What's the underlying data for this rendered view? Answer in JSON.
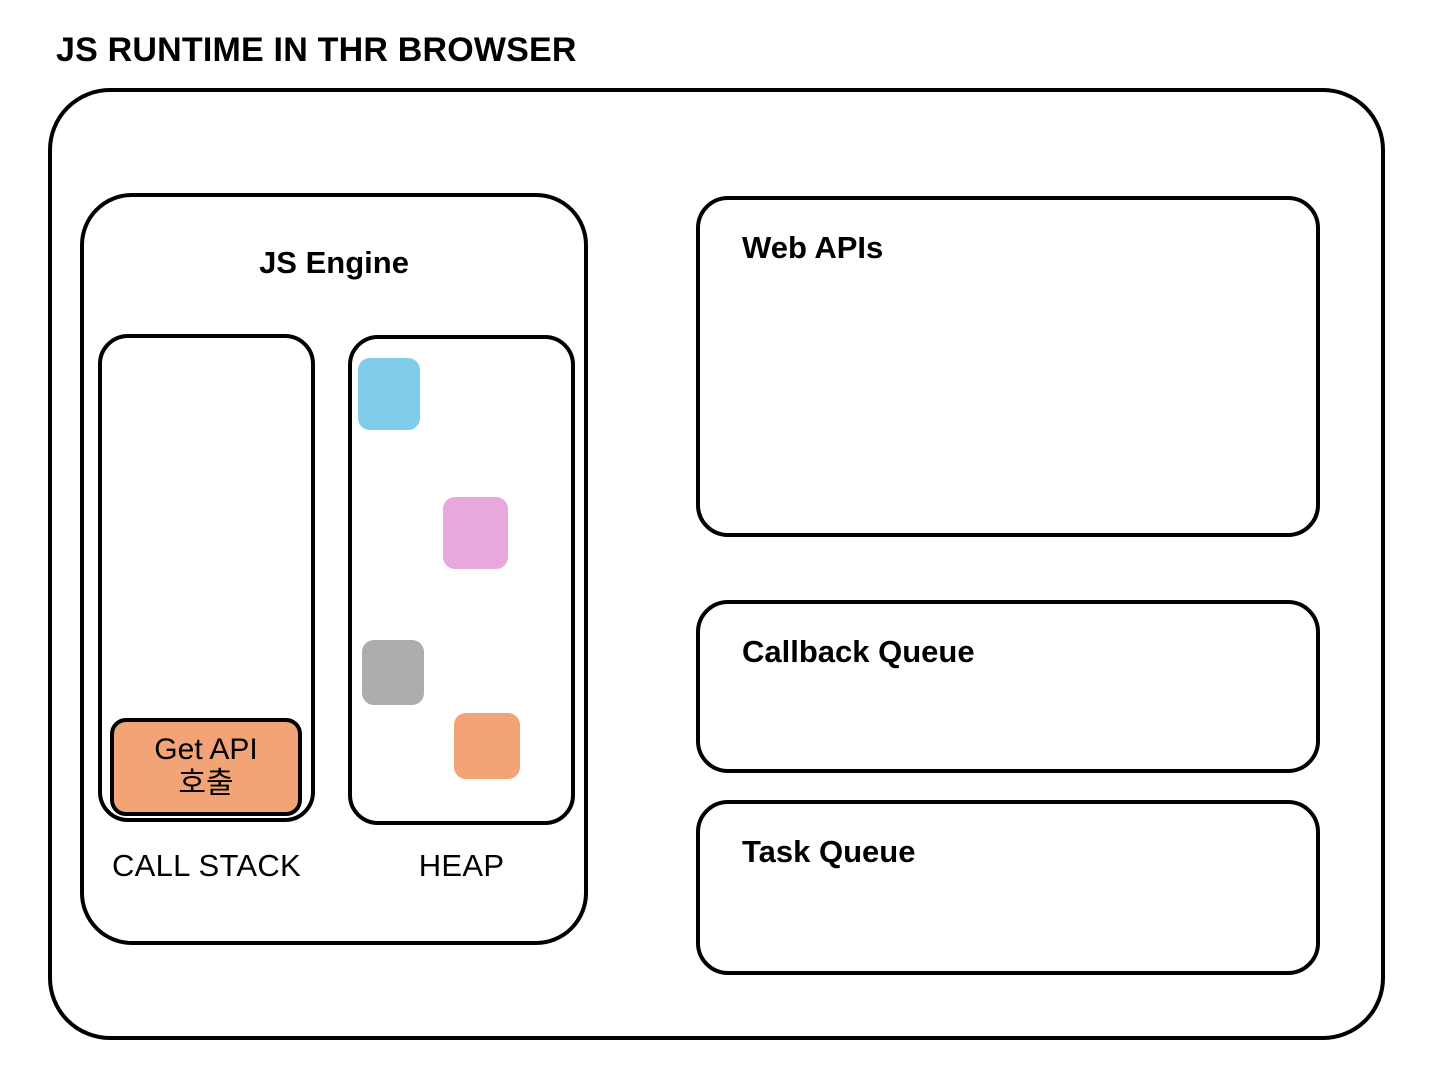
{
  "title": "JS RUNTIME IN THR BROWSER",
  "runtime": {
    "js_engine": {
      "title": "JS Engine",
      "call_stack": {
        "label": "CALL STACK",
        "frames": [
          {
            "line1": "Get API",
            "line2": "호출",
            "color": "#F2A477"
          }
        ]
      },
      "heap": {
        "label": "HEAP",
        "blocks": [
          {
            "name": "heap-block-blue",
            "color": "#7FCDEA"
          },
          {
            "name": "heap-block-pink",
            "color": "#E8A8DE"
          },
          {
            "name": "heap-block-gray",
            "color": "#ADADAD"
          },
          {
            "name": "heap-block-orange",
            "color": "#F2A477"
          }
        ]
      }
    },
    "panels": [
      {
        "title": "Web APIs"
      },
      {
        "title": "Callback Queue"
      },
      {
        "title": "Task Queue"
      }
    ]
  },
  "colors": {
    "stroke": "#000000",
    "background": "#FFFFFF",
    "blue": "#7FCDEA",
    "pink": "#E8A8DE",
    "gray": "#ADADAD",
    "orange": "#F2A477"
  }
}
